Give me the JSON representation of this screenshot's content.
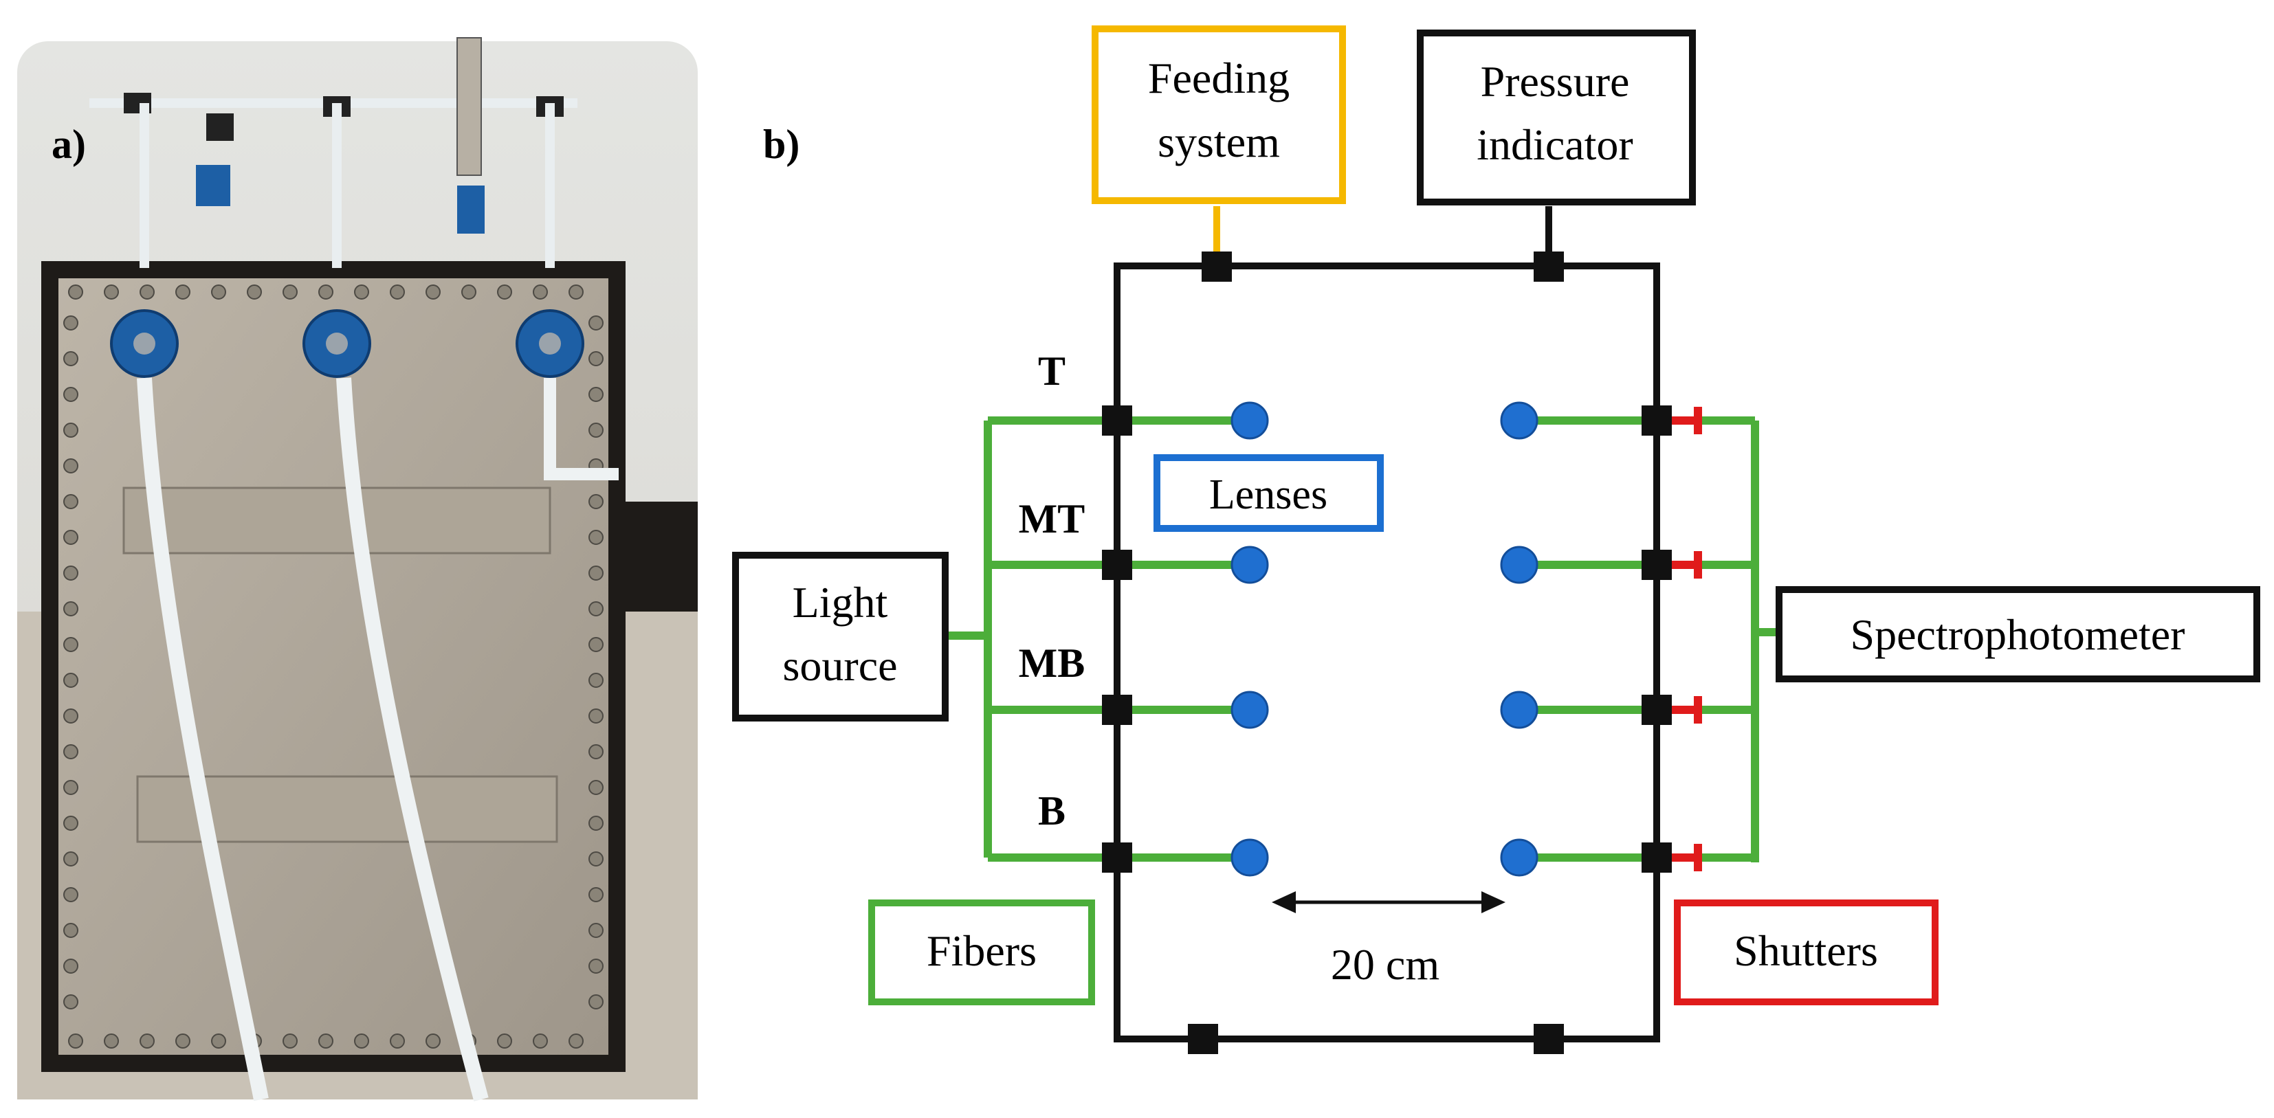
{
  "panel_a": {
    "label": "a)",
    "photo_description_icon": "experimental-rig-photo"
  },
  "panel_b": {
    "label": "b)",
    "boxes": {
      "feeding_system": [
        "Feeding",
        "system"
      ],
      "pressure_indicator": [
        "Pressure",
        "indicator"
      ],
      "light_source": [
        "Light",
        "source"
      ],
      "spectrophotometer": "Spectrophotometer",
      "lenses": "Lenses",
      "fibers": "Fibers",
      "shutters": "Shutters"
    },
    "levels": [
      "T",
      "MT",
      "MB",
      "B"
    ],
    "distance": "20 cm"
  },
  "colors": {
    "feeding": "#f5b800",
    "lenses": "#1c6fd1",
    "fibers": "#4cae3a",
    "shutters": "#e01b1b",
    "lens_dot": "#1f6fd0",
    "frame": "#111111"
  }
}
